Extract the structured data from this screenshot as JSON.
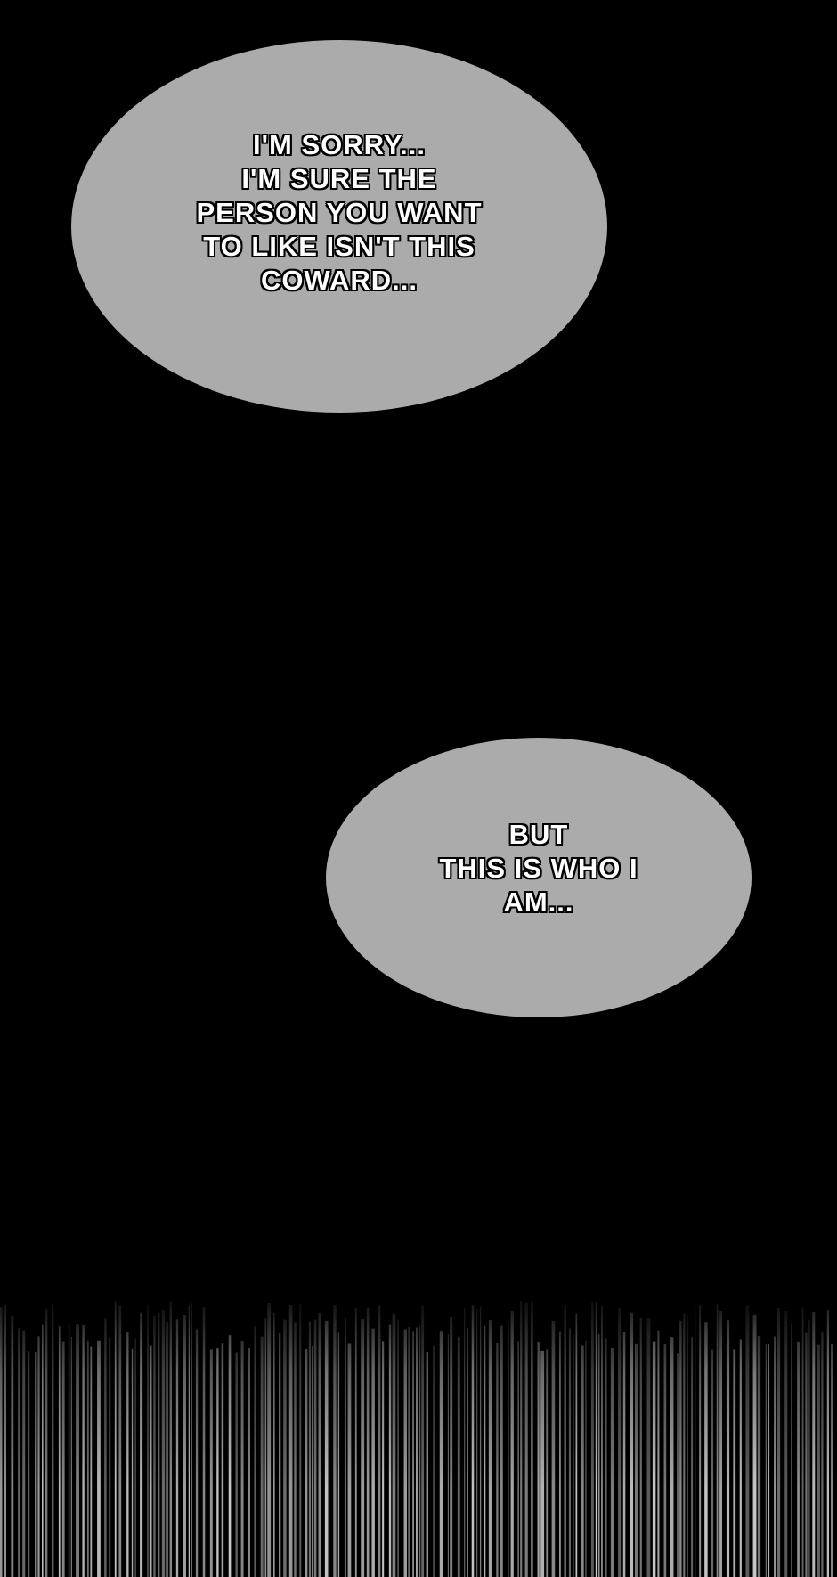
{
  "bubbles": [
    {
      "lines": [
        "I'M SORRY...",
        "I'M SURE THE",
        "PERSON YOU WANT",
        "TO LIKE ISN'T THIS",
        "COWARD..."
      ]
    },
    {
      "lines": [
        "BUT",
        "THIS IS WHO I",
        "AM..."
      ]
    }
  ],
  "colors": {
    "background": "#000000",
    "bubble": "#ababab",
    "text": "#ffffff"
  }
}
